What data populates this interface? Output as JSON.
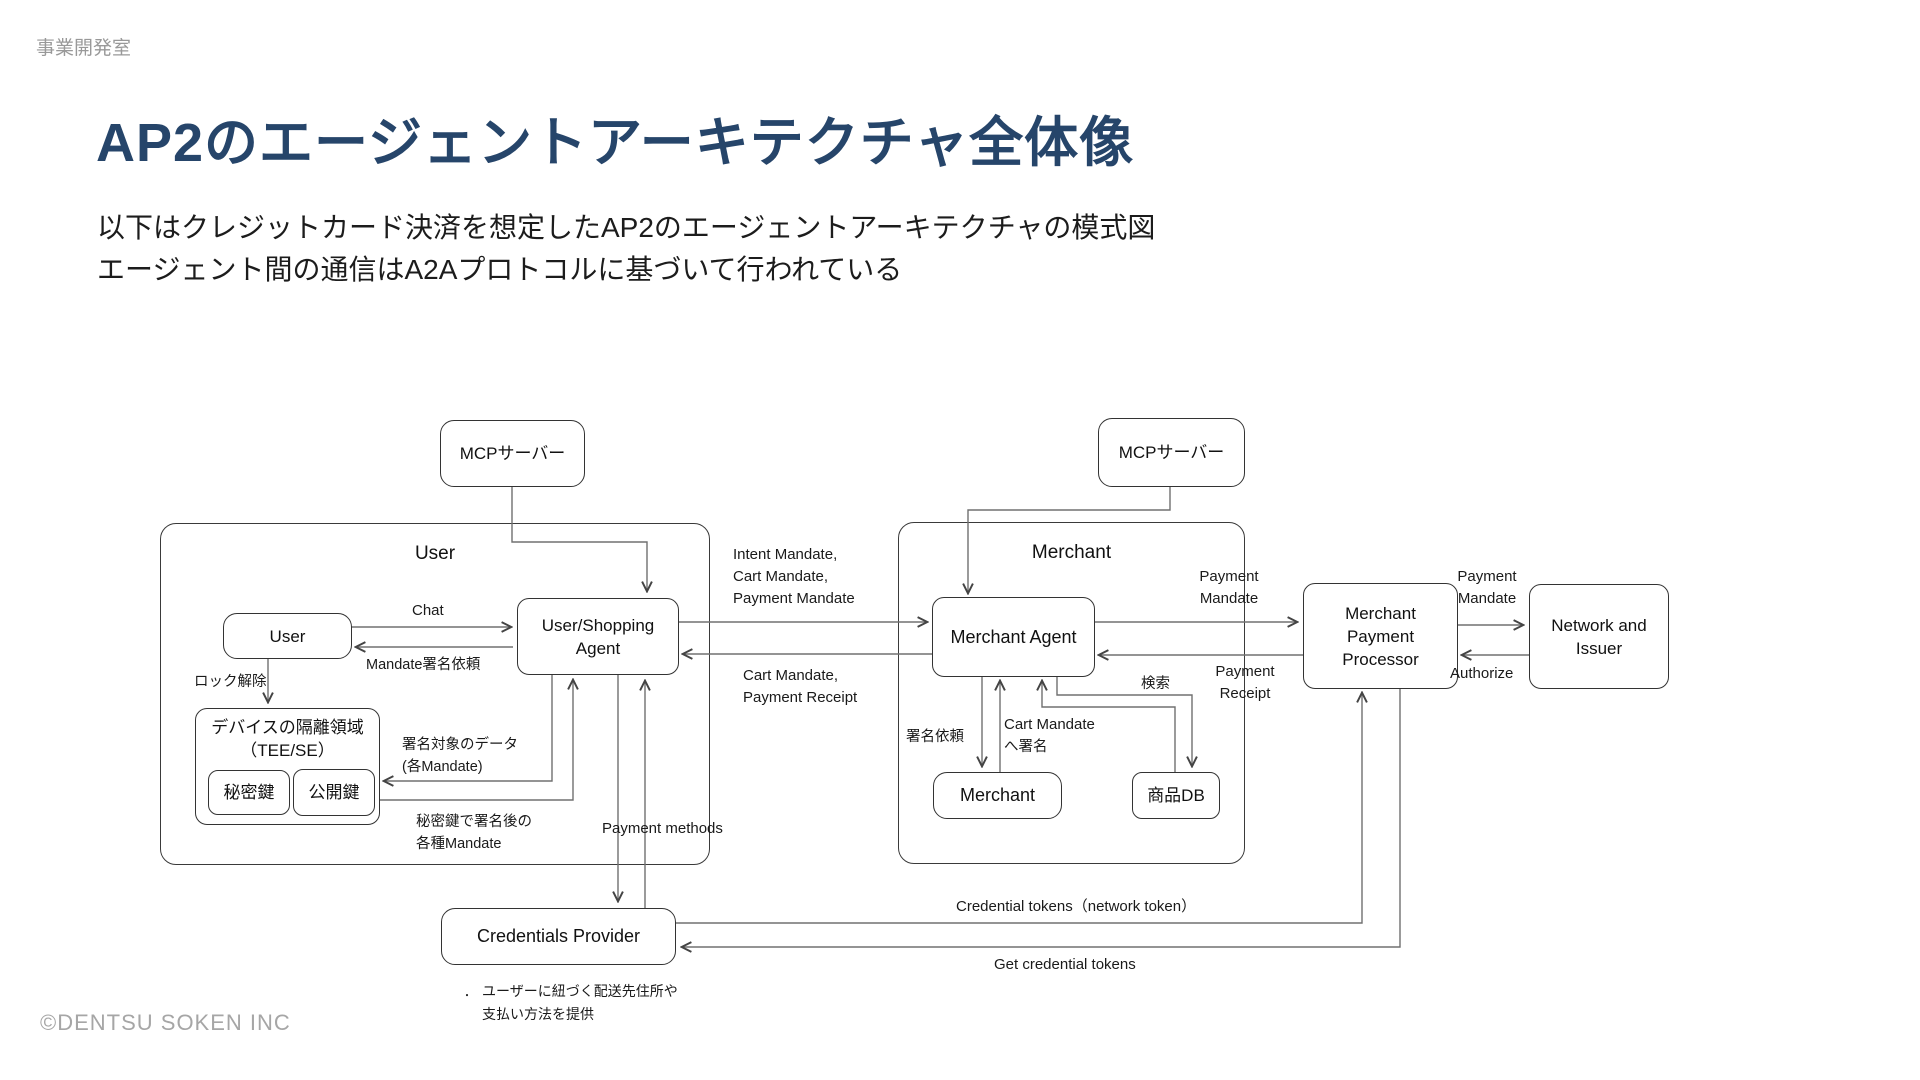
{
  "page": {
    "header": "事業開発室",
    "title": "AP2のエージェントアーキテクチャ全体像",
    "subtitle_line1": "以下はクレジットカード決済を想定したAP2のエージェントアーキテクチャの模式図",
    "subtitle_line2": "エージェント間の通信はA2Aプロトコルに基づいて行われている",
    "footer": "©DENTSU SOKEN INC"
  },
  "colors": {
    "title": "#26456a",
    "muted_gray": "#999999",
    "box_border": "#333333",
    "connector": "#707070"
  },
  "diagram": {
    "containers": {
      "user_label": "User",
      "merchant_label": "Merchant"
    },
    "nodes": {
      "mcp_left": "MCPサーバー",
      "mcp_right": "MCPサーバー",
      "user": "User",
      "shopping_agent": [
        "User/Shopping",
        "Agent"
      ],
      "tee": [
        "デバイスの隔離領域",
        "（TEE/SE）"
      ],
      "private_key": "秘密鍵",
      "public_key": "公開鍵",
      "merchant_agent": "Merchant Agent",
      "merchant": "Merchant",
      "product_db": "商品DB",
      "mpp": [
        "Merchant",
        "Payment",
        "Processor"
      ],
      "network_issuer": [
        "Network and",
        "Issuer"
      ],
      "credentials_provider": "Credentials Provider"
    },
    "edge_labels": {
      "chat": "Chat",
      "mandate_sign_request": "Mandate署名依頼",
      "unlock": "ロック解除",
      "sign_target": [
        "署名対象のデータ",
        "(各Mandate)"
      ],
      "signed_mandates": [
        "秘密鍵で署名後の",
        "各種Mandate"
      ],
      "to_merchant": [
        "Intent Mandate,",
        "Cart Mandate,",
        "Payment Mandate"
      ],
      "from_merchant": [
        "Cart Mandate,",
        "Payment Receipt"
      ],
      "sign_request": "署名依頼",
      "cart_sign": [
        "Cart Mandate",
        "へ署名"
      ],
      "search": "検索",
      "payment_mandate_left": [
        "Payment",
        "Mandate"
      ],
      "payment_receipt": [
        "Payment",
        "Receipt"
      ],
      "payment_mandate_right": [
        "Payment",
        "Mandate"
      ],
      "authorize": "Authorize",
      "payment_methods": "Payment methods",
      "credential_tokens": "Credential tokens（network token）",
      "get_credential_tokens": "Get credential tokens",
      "cp_note_bullet": "・",
      "cp_note": [
        "ユーザーに紐づく配送先住所や",
        "支払い方法を提供"
      ]
    }
  }
}
